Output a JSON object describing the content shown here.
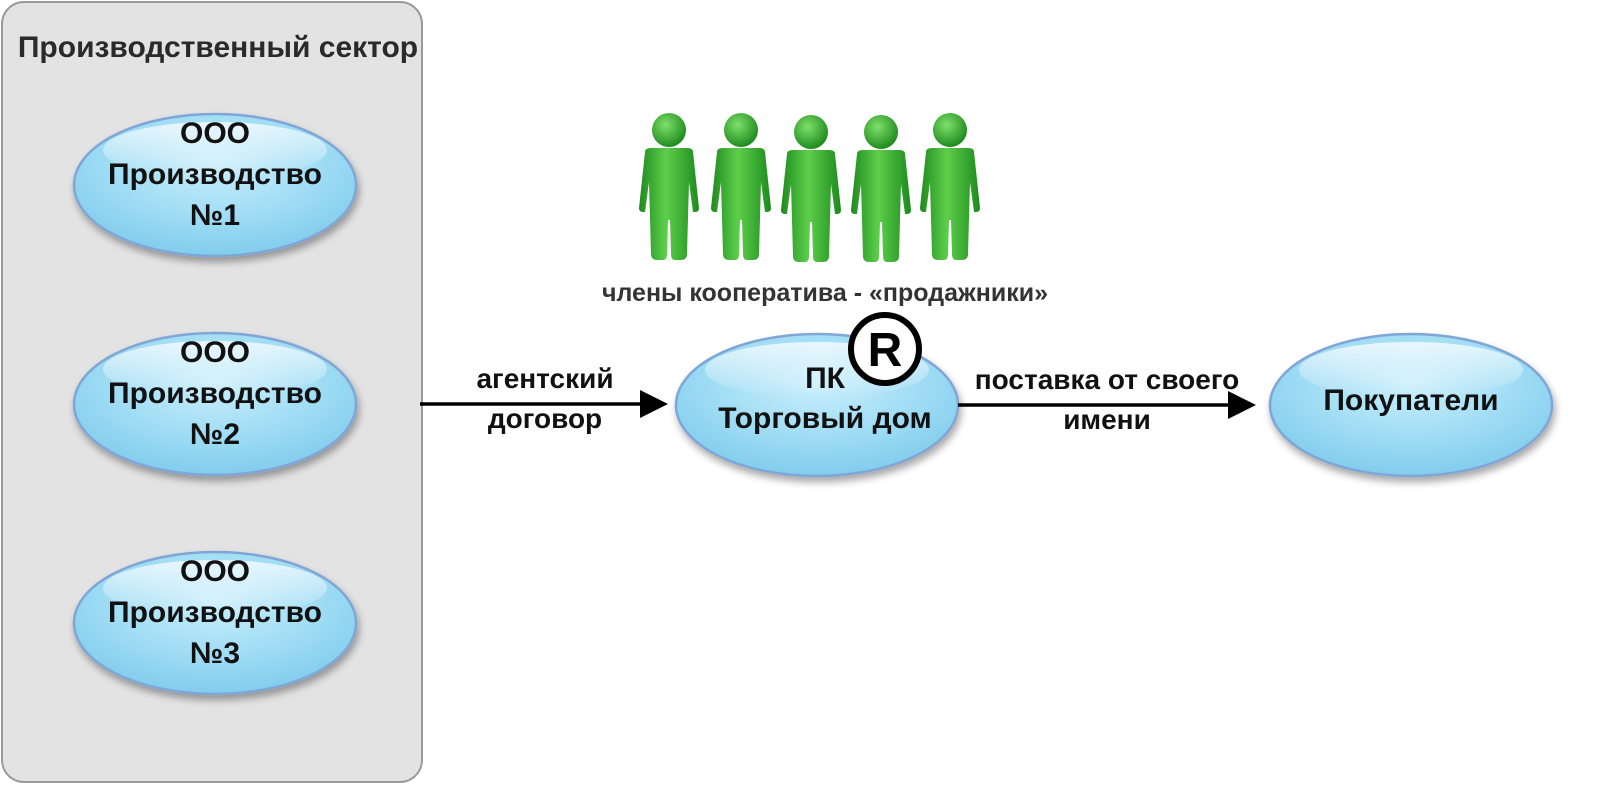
{
  "sector": {
    "title": "Производственный сектор",
    "companies": [
      {
        "line1": "ООО",
        "line2": "Производство",
        "line3": "№1"
      },
      {
        "line1": "ООО",
        "line2": "Производство",
        "line3": "№2"
      },
      {
        "line1": "ООО",
        "line2": "Производство",
        "line3": "№3"
      }
    ]
  },
  "members": {
    "label": "члены кооператива - «продажники»",
    "count": 5,
    "icon": "person-icon",
    "color": "#2e9e2e"
  },
  "trade_house": {
    "line1": "ПК",
    "line2": "Торговый дом",
    "registered_mark": "R"
  },
  "buyers": {
    "label": "Покупатели"
  },
  "arrows": {
    "agency": {
      "line1": "агентский",
      "line2": "договор"
    },
    "supply": {
      "line1": "поставка от своего",
      "line2": "имени"
    }
  },
  "colors": {
    "oval_fill": "#9fdcf5",
    "oval_stroke": "#7fa6d6",
    "sector_bg": "#e3e3e3",
    "sector_border": "#9a9a9a",
    "person_green": "#2e9e2e"
  }
}
